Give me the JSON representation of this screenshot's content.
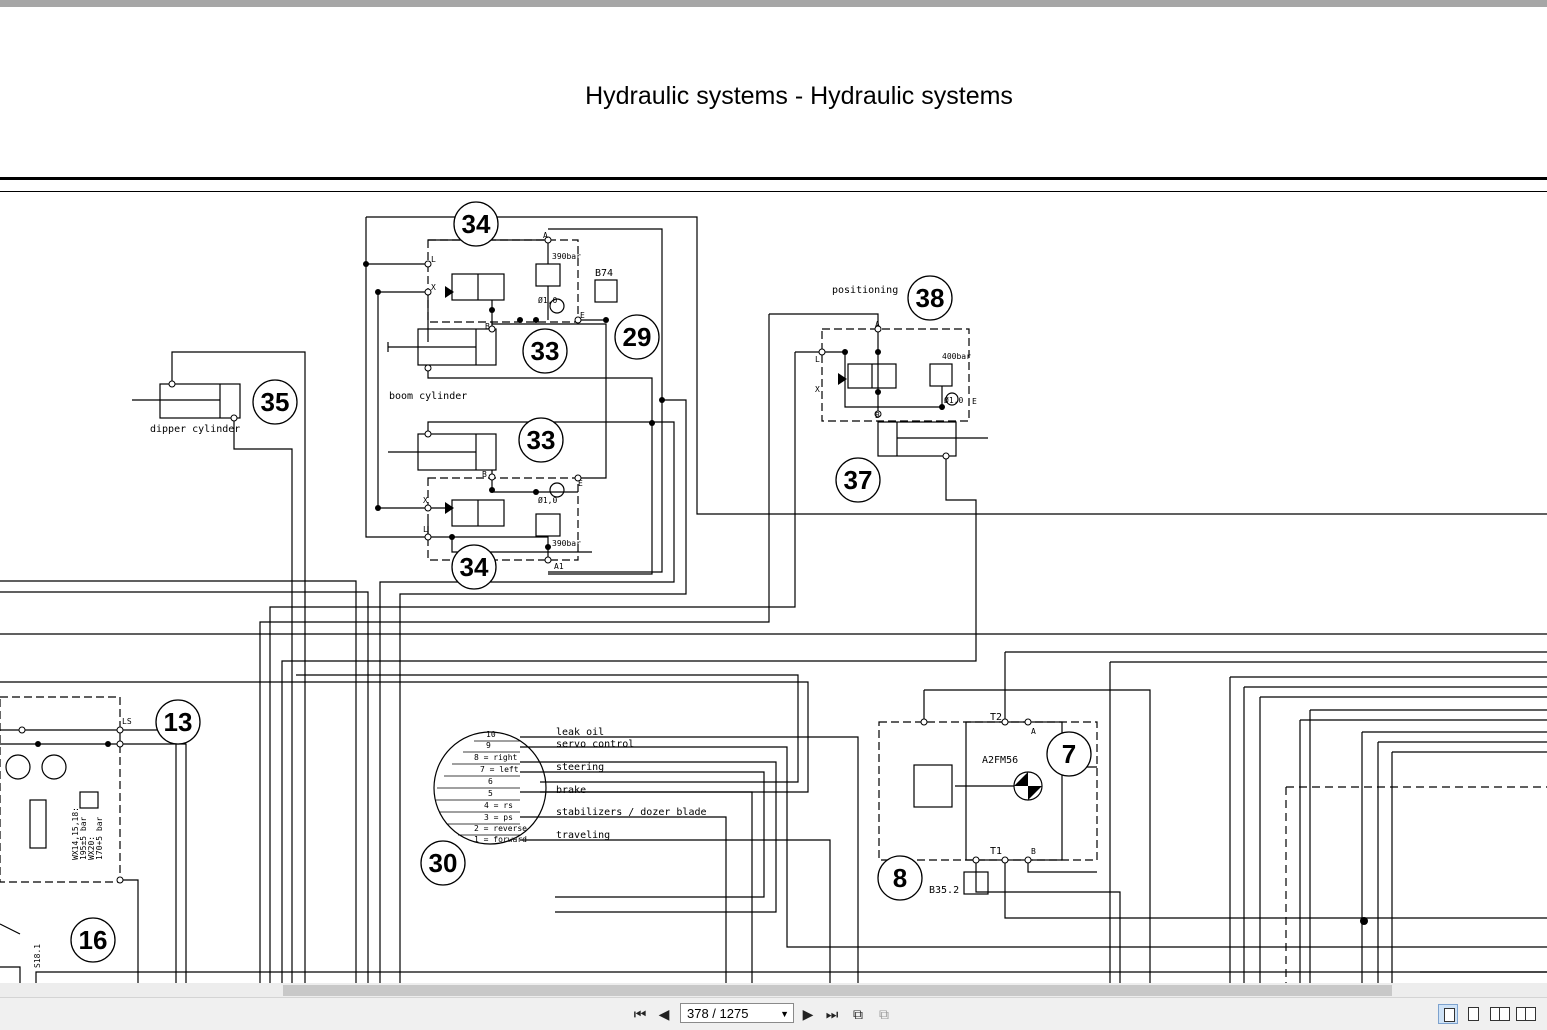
{
  "page_title": "Hydraulic systems - Hydraulic systems",
  "labels": {
    "positioning": "positioning",
    "boom_cylinder": "boom cylinder",
    "dipper_cylinder": "dipper cylinder",
    "b74": "B74",
    "p390_top": "390bar",
    "p390_bottom": "390bar",
    "p400": "400bar",
    "orifice": "Ø1,0",
    "a2fm56": "A2FM56",
    "b35_2": "B35.2",
    "t1": "T1",
    "t2": "T2",
    "port_a": "A",
    "port_b": "B",
    "port_a1": "A1",
    "port_b1": "B",
    "port_l": "L",
    "port_x": "X",
    "port_e": "E",
    "s18_1": "S18.1",
    "ls": "LS",
    "wx_line1": "WX14,15,18:",
    "wx_line2": "195±5 bar",
    "wx_line3": "WX20:",
    "wx_line4": "170+5 bar"
  },
  "connector_rows": [
    "10",
    "9",
    "8 = right",
    "7 = left",
    "6",
    "5",
    "4 = rs",
    "3 = ps",
    "2 = reverse",
    "1 = forward"
  ],
  "connector_functions": [
    "leak oil",
    "servo control",
    "steering",
    "brake",
    "stabilizers / dozer blade",
    "traveling"
  ],
  "callouts": [
    "34",
    "29",
    "33",
    "38",
    "35",
    "33",
    "37",
    "34",
    "13",
    "7",
    "30",
    "8",
    "16"
  ],
  "navigation": {
    "page_indicator": "378 / 1275",
    "first_page": "⏮",
    "prev_page": "◀",
    "next_page": "▶",
    "last_page": "⏭"
  }
}
